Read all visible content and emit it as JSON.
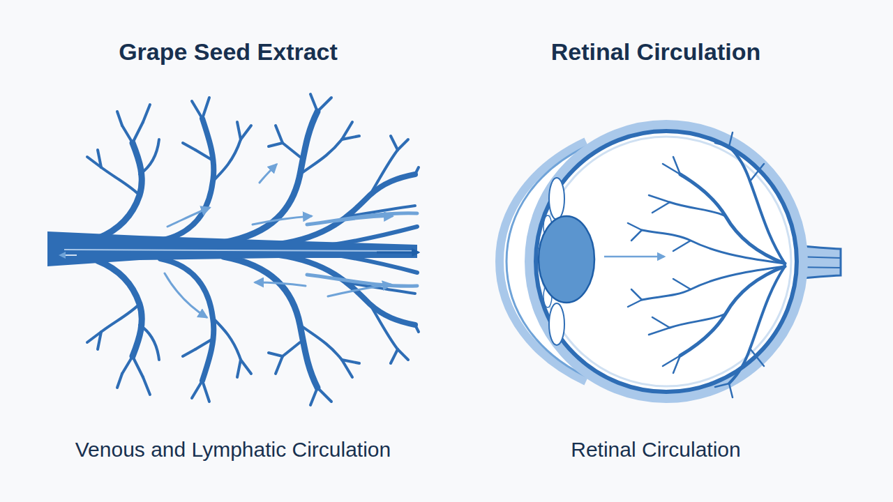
{
  "diagram": {
    "labels": [
      "Grape Seed Extract",
      "Retinal Circulation",
      "Venous and Lymphatic Circulation",
      "Retinal Circulation"
    ]
  }
}
